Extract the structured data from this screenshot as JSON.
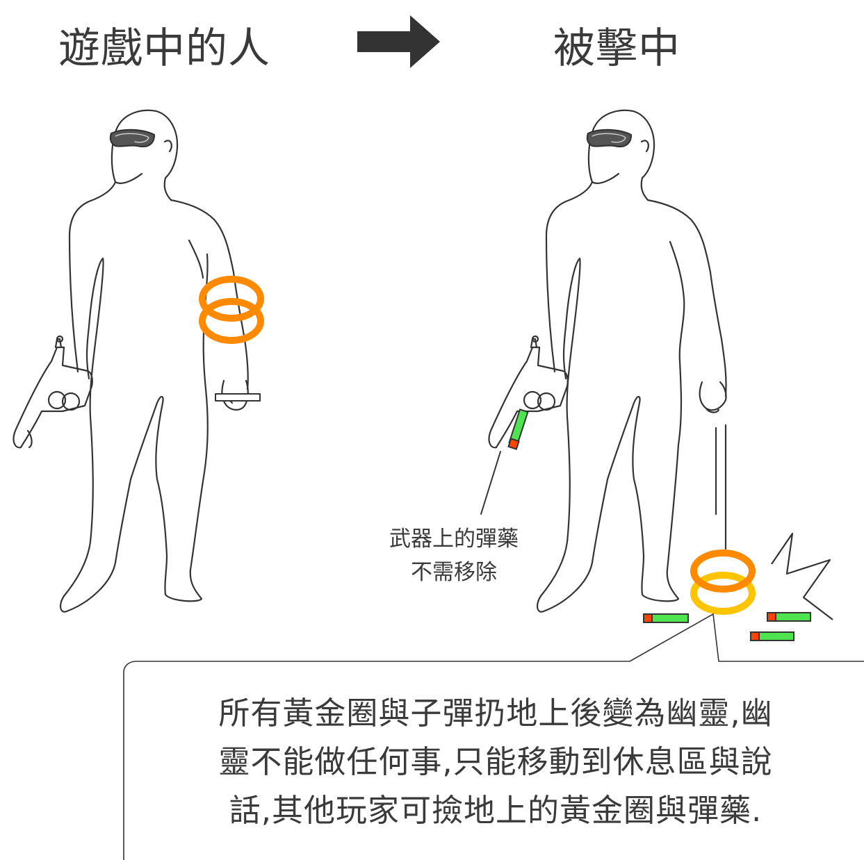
{
  "titles": {
    "left": "遊戲中的人",
    "right": "被擊中"
  },
  "ammo_note": {
    "line1": "武器上的彈藥",
    "line2": "不需移除"
  },
  "caption": {
    "line1": "所有黃金圈與子彈扔地上後變為幽靈,幽",
    "line2": "靈不能做任何事,只能移動到休息區與說",
    "line3": "話,其他玩家可撿地上的黃金圈與彈藥."
  },
  "colors": {
    "ink": "#3a3a3a",
    "ring_orange": "#ff8a00",
    "ring_yellow": "#ffc400",
    "ammo_green": "#4fe34f",
    "ammo_tip": "#ff4400",
    "arrow": "#333333"
  },
  "icons": {
    "arrow": "arrow-right-icon",
    "impact": "impact-burst-icon"
  }
}
